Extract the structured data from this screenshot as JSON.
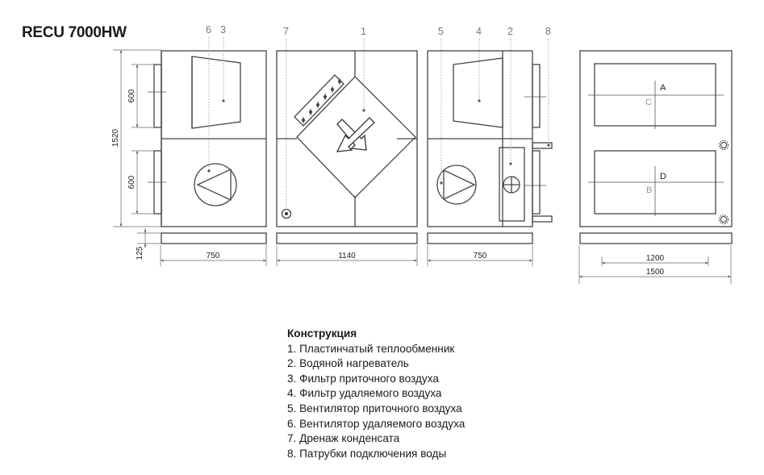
{
  "title": "RECU 7000HW",
  "callouts": {
    "n1": "1",
    "n2": "2",
    "n3": "3",
    "n4": "4",
    "n5": "5",
    "n6": "6",
    "n7": "7",
    "n8": "8"
  },
  "dimensions": {
    "h_total": "1520",
    "h_upper": "600",
    "h_lower": "600",
    "h_base": "125",
    "w_left": "750",
    "w_middle": "1140",
    "w_right": "750",
    "w_inner": "1200",
    "w_outer": "1500"
  },
  "ports": {
    "a": "A",
    "b": "B",
    "c": "C",
    "d": "D"
  },
  "legend": {
    "heading": "Конструкция",
    "items": [
      "1. Пластинчатый теплообменник",
      "2. Водяной нагреватель",
      "3. Фильтр приточного воздуха",
      "4. Фильтр удаляемого воздуха",
      "5. Вентилятор приточного воздуха",
      "6. Вентилятор удаляемого воздуха",
      "7. Дренаж конденсата",
      "8. Патрубки подключения воды"
    ]
  }
}
